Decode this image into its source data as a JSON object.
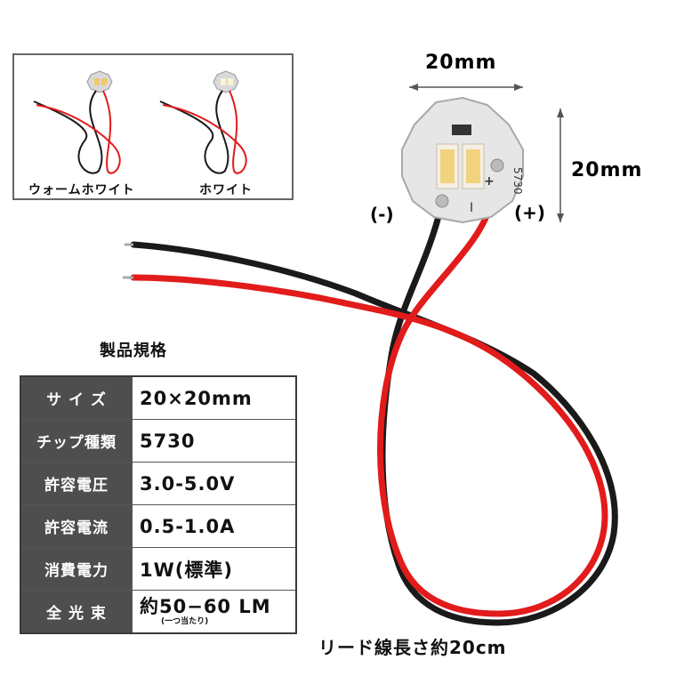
{
  "variants": {
    "warm_white": "ウォームホワイト",
    "white": "ホワイト"
  },
  "dimensions": {
    "width": "20mm",
    "height": "20mm"
  },
  "polarity": {
    "negative": "(-)",
    "positive": "(+)",
    "board_minus": "I",
    "board_plus": "+"
  },
  "board_code": "5730",
  "spec": {
    "title": "製品規格",
    "rows": [
      {
        "key": "サ イ ズ",
        "value": "20×20mm"
      },
      {
        "key": "チップ種類",
        "value": "5730"
      },
      {
        "key": "許容電圧",
        "value": "3.0-5.0V"
      },
      {
        "key": "許容電流",
        "value": "0.5-1.0A"
      },
      {
        "key": "消費電力",
        "value": "1W(標準)"
      },
      {
        "key": "全 光 束",
        "value": "約50−60 LM",
        "sub": "(一つ当たり)"
      }
    ]
  },
  "lead_note": "リード線長さ約20cm",
  "colors": {
    "wire_red": "#e21b1b",
    "wire_black": "#1a1a1a",
    "polarity_red": "#e51a1a",
    "table_header": "#4e4e4e",
    "led_warm": "#f3c76a",
    "led_white": "#f1d27d"
  }
}
